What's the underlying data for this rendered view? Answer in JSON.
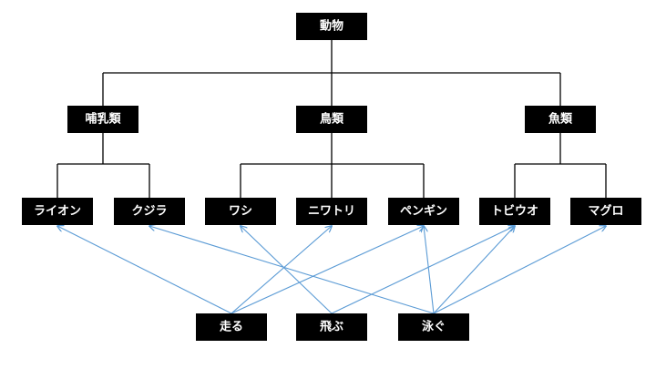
{
  "root": {
    "label": "動物"
  },
  "categories": [
    {
      "label": "哺乳類",
      "members": [
        "ライオン",
        "クジラ"
      ]
    },
    {
      "label": "鳥類",
      "members": [
        "ワシ",
        "ニワトリ",
        "ペンギン"
      ]
    },
    {
      "label": "魚類",
      "members": [
        "トビウオ",
        "マグロ"
      ]
    }
  ],
  "actions": [
    {
      "label": "走る",
      "targets": [
        "ライオン",
        "ニワトリ",
        "ペンギン"
      ]
    },
    {
      "label": "飛ぶ",
      "targets": [
        "ワシ",
        "トビウオ"
      ]
    },
    {
      "label": "泳ぐ",
      "targets": [
        "クジラ",
        "ペンギン",
        "トビウオ",
        "マグロ"
      ]
    }
  ],
  "colors": {
    "box_fill": "#000000",
    "box_text": "#ffffff",
    "tree_line": "#000000",
    "arrow": "#5b9bd5"
  }
}
